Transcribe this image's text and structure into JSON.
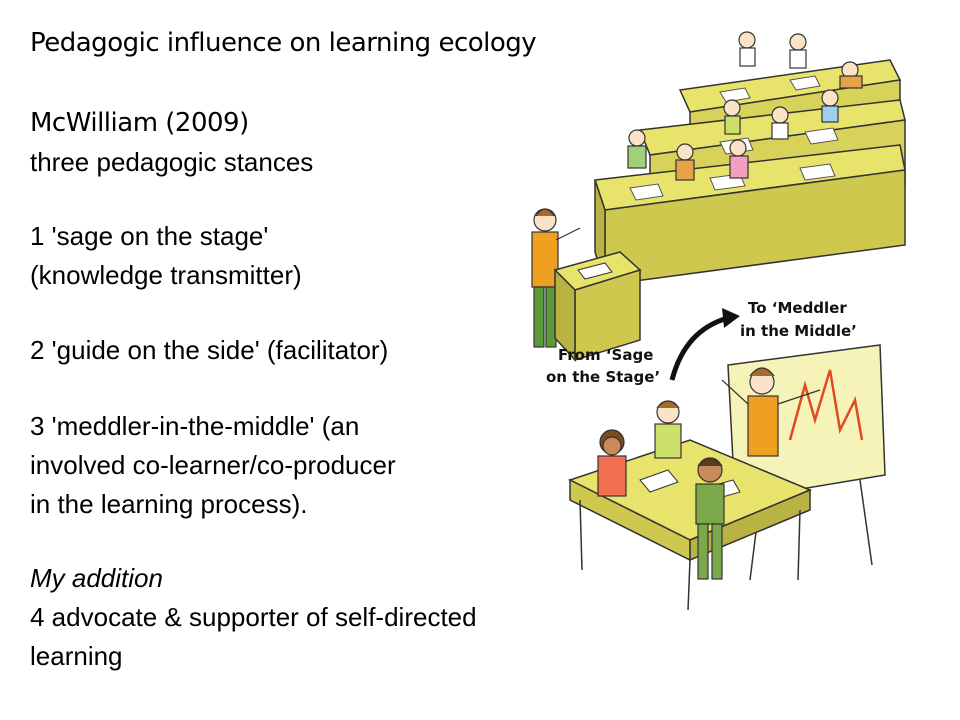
{
  "title": "Pedagogic influence on learning ecology",
  "body": {
    "citation": "McWilliam (2009)",
    "subtitle": "three pedagogic stances",
    "stance1_line1": "1 'sage on the stage'",
    "stance1_line2": "(knowledge transmitter)",
    "stance2": "2 'guide on the side' (facilitator)",
    "stance3_line1": "3 'meddler-in-the-middle'  (an",
    "stance3_line2": "involved co-learner/co-producer",
    "stance3_line3": "in the learning process).",
    "addition_heading": "My addition",
    "stance4_line1": "4 advocate & supporter of self-directed",
    "stance4_line2": "learning"
  },
  "illustration": {
    "caption_from_line1": "From ‘Sage",
    "caption_from_line2": "on the Stage’",
    "caption_to_line1": "To ‘Meddler",
    "caption_to_line2": "in the Middle’",
    "colors": {
      "desk": "#e8e36a",
      "desk_shade": "#c9c24a",
      "outline": "#333333",
      "arrow": "#111111"
    }
  }
}
